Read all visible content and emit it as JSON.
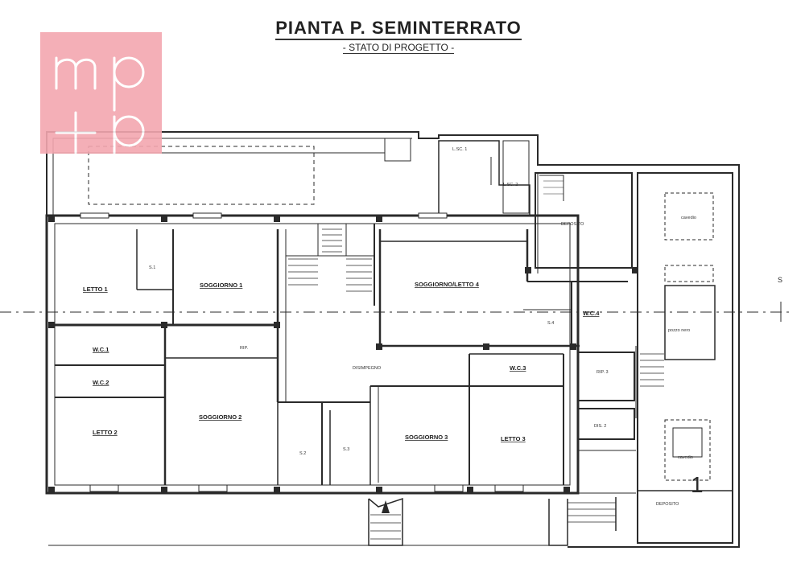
{
  "header": {
    "title": "PIANTA  P.  SEMINTERRATO",
    "subtitle": "- STATO DI  PROGETTO -"
  },
  "logo": {
    "line1": "mp",
    "line2": "+p",
    "color": "#f3a7b0"
  },
  "rooms": {
    "letto1": "LETTO 1",
    "soggiorno1": "SOGGIORNO 1",
    "soggiorno_letto4": "SOGGIORNO/LETTO 4",
    "wc1": "W.C.1",
    "wc2": "W.C.2",
    "letto2": "LETTO 2",
    "soggiorno2": "SOGGIORNO 2",
    "disimpegno": "DISIMPEGNO",
    "wc3": "W.C.3",
    "soggiorno3": "SOGGIORNO 3",
    "letto3": "LETTO 3",
    "wc4": "W.C.4",
    "rip": "RIP.",
    "rip3": "RIP. 3",
    "dis2": "DIS. 2",
    "deposito_top": "DEPOSITO",
    "deposito_bottom": "DEPOSITO",
    "cavedio_top": "cavedio",
    "cavedio_bottom": "cavedio",
    "pozzo_nero": "pozzo nero",
    "lsc1": "L.SC. 1",
    "lsc2": "L.SC. 2",
    "s1": "S.1",
    "s2": "S.2",
    "s3": "S.3",
    "s4": "S.4"
  },
  "markers": {
    "section_mark": "1",
    "axis_mark": "S"
  }
}
